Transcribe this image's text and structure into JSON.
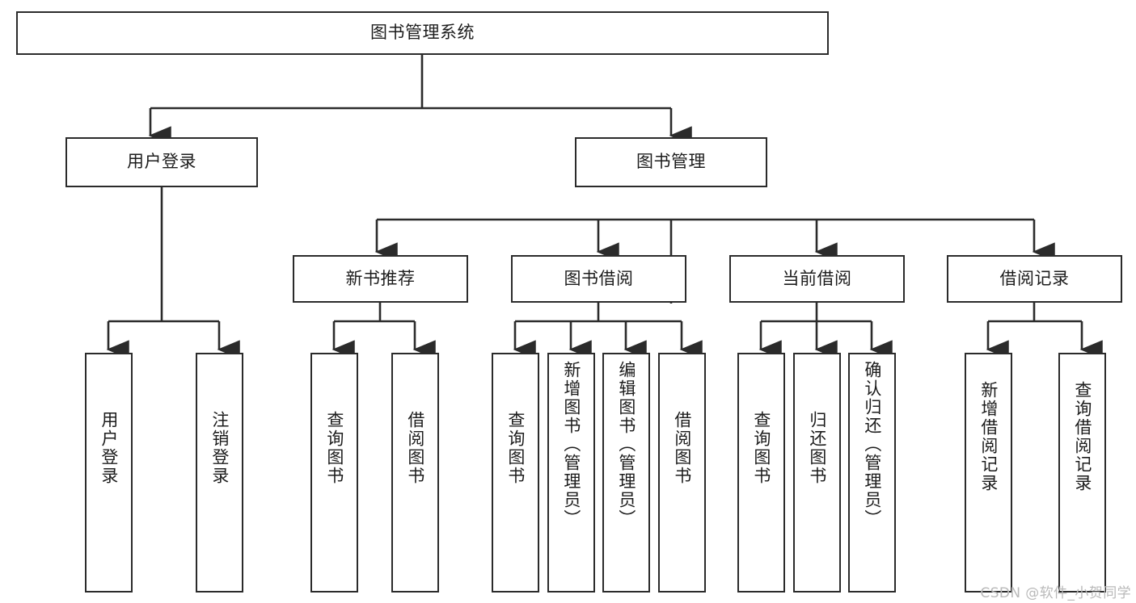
{
  "diagram": {
    "title": "图书管理系统",
    "type": "hierarchy-tree",
    "watermark": "CSDN @软件_小贺同学",
    "colors": {
      "box_border": "#2b2b2b",
      "box_fill": "#ffffff",
      "edge": "#2b2b2b",
      "text": "#1c1c1c",
      "watermark": "#b9b9b9"
    },
    "nodes": {
      "root": {
        "label": "图书管理系统",
        "level": 1
      },
      "l2": [
        {
          "id": "user-login",
          "label": "用户登录",
          "level": 2
        },
        {
          "id": "book-manage",
          "label": "图书管理",
          "level": 2
        }
      ],
      "l3": [
        {
          "id": "new-book-rec",
          "label": "新书推荐",
          "level": 3
        },
        {
          "id": "book-borrow",
          "label": "图书借阅",
          "level": 3
        },
        {
          "id": "current-borrow",
          "label": "当前借阅",
          "level": 3
        },
        {
          "id": "borrow-record",
          "label": "借阅记录",
          "level": 3
        }
      ],
      "leaves": [
        {
          "id": "leaf-user-login",
          "label": "用户登录",
          "parent": "user-login"
        },
        {
          "id": "leaf-user-logout",
          "label": "注销登录",
          "parent": "user-login"
        },
        {
          "id": "leaf-query-book-1",
          "label": "查询图书",
          "parent": "new-book-rec"
        },
        {
          "id": "leaf-borrow-book-1",
          "label": "借阅图书",
          "parent": "new-book-rec"
        },
        {
          "id": "leaf-query-book-2",
          "label": "查询图书",
          "parent": "book-borrow"
        },
        {
          "id": "leaf-add-book",
          "label": "新增图书（管理员）",
          "parent": "book-borrow"
        },
        {
          "id": "leaf-edit-book",
          "label": "编辑图书（管理员）",
          "parent": "book-borrow"
        },
        {
          "id": "leaf-borrow-book-2",
          "label": "借阅图书",
          "parent": "book-borrow"
        },
        {
          "id": "leaf-query-book-3",
          "label": "查询图书",
          "parent": "current-borrow"
        },
        {
          "id": "leaf-return-book",
          "label": "归还图书",
          "parent": "current-borrow"
        },
        {
          "id": "leaf-confirm-return",
          "label": "确认归还（管理员）",
          "parent": "current-borrow"
        },
        {
          "id": "leaf-add-record",
          "label": "新增借阅记录",
          "parent": "borrow-record"
        },
        {
          "id": "leaf-query-record",
          "label": "查询借阅记录",
          "parent": "borrow-record"
        }
      ]
    }
  }
}
